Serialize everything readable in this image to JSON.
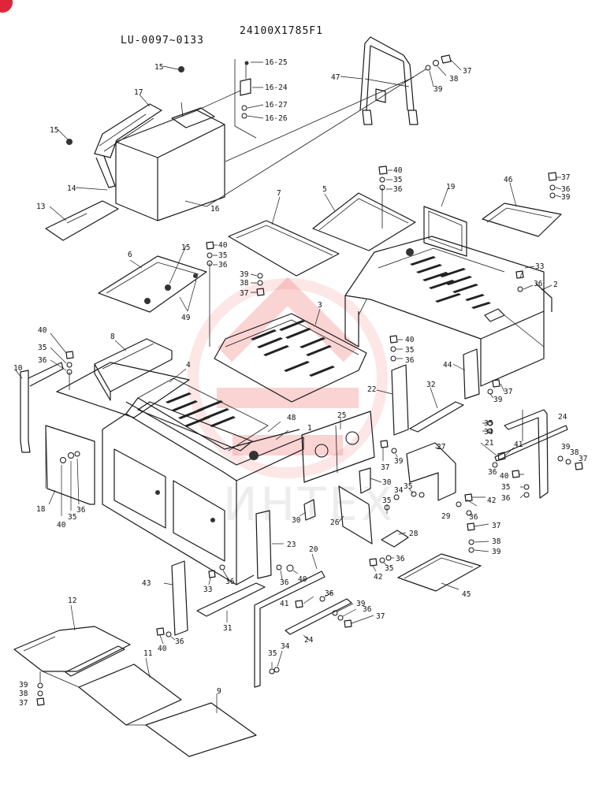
{
  "header": {
    "part_number": "24100X1785F1",
    "serial_range": "LU-0097∼0133"
  },
  "watermark": {
    "text": "ИНТЕХ"
  },
  "colors": {
    "watermark_red": "#f08080",
    "badge_red": "#e0243a",
    "line": "#1a1a1a"
  },
  "callouts": [
    {
      "id": "c15a",
      "text": "15"
    },
    {
      "id": "c17",
      "text": "17"
    },
    {
      "id": "c15b",
      "text": "15"
    },
    {
      "id": "c14",
      "text": "14"
    },
    {
      "id": "c16",
      "text": "16"
    },
    {
      "id": "c13",
      "text": "13"
    },
    {
      "id": "c1625",
      "text": "16-25"
    },
    {
      "id": "c1624",
      "text": "16-24"
    },
    {
      "id": "c1627",
      "text": "16-27"
    },
    {
      "id": "c1626",
      "text": "16-26"
    },
    {
      "id": "c47",
      "text": "47"
    },
    {
      "id": "c39a",
      "text": "39"
    },
    {
      "id": "c38a",
      "text": "38"
    },
    {
      "id": "c37a",
      "text": "37"
    },
    {
      "id": "c40a",
      "text": "40"
    },
    {
      "id": "c35a",
      "text": "35"
    },
    {
      "id": "c36a",
      "text": "36"
    },
    {
      "id": "c7",
      "text": "7"
    },
    {
      "id": "c5",
      "text": "5"
    },
    {
      "id": "c19",
      "text": "19"
    },
    {
      "id": "c46",
      "text": "46"
    },
    {
      "id": "c37b",
      "text": "37"
    },
    {
      "id": "c36b",
      "text": "36"
    },
    {
      "id": "c39b",
      "text": "39"
    },
    {
      "id": "c6",
      "text": "6"
    },
    {
      "id": "c15c",
      "text": "15"
    },
    {
      "id": "c40b",
      "text": "40"
    },
    {
      "id": "c35b",
      "text": "35"
    },
    {
      "id": "c36c",
      "text": "36"
    },
    {
      "id": "c39c",
      "text": "39"
    },
    {
      "id": "c38b",
      "text": "38"
    },
    {
      "id": "c37c",
      "text": "37"
    },
    {
      "id": "c49",
      "text": "49"
    },
    {
      "id": "c33a",
      "text": "33"
    },
    {
      "id": "c36d",
      "text": "36"
    },
    {
      "id": "c2",
      "text": "2"
    },
    {
      "id": "c40c",
      "text": "40"
    },
    {
      "id": "c35c",
      "text": "35"
    },
    {
      "id": "c36e",
      "text": "36"
    },
    {
      "id": "c8",
      "text": "8"
    },
    {
      "id": "c3",
      "text": "3"
    },
    {
      "id": "c40d",
      "text": "40"
    },
    {
      "id": "c35d",
      "text": "35"
    },
    {
      "id": "c36f",
      "text": "36"
    },
    {
      "id": "c10",
      "text": "10"
    },
    {
      "id": "c4",
      "text": "4"
    },
    {
      "id": "c44",
      "text": "44"
    },
    {
      "id": "c37d",
      "text": "37"
    },
    {
      "id": "c39d",
      "text": "39"
    },
    {
      "id": "c22",
      "text": "22"
    },
    {
      "id": "c32",
      "text": "32"
    },
    {
      "id": "c48",
      "text": "48"
    },
    {
      "id": "c1",
      "text": "1"
    },
    {
      "id": "c25",
      "text": "25"
    },
    {
      "id": "c24a",
      "text": "24"
    },
    {
      "id": "c35e",
      "text": "35"
    },
    {
      "id": "c34a",
      "text": "34"
    },
    {
      "id": "c21",
      "text": "21"
    },
    {
      "id": "c41a",
      "text": "41"
    },
    {
      "id": "c39e",
      "text": "39"
    },
    {
      "id": "c38c",
      "text": "38"
    },
    {
      "id": "c37e",
      "text": "37"
    },
    {
      "id": "c37f",
      "text": "37"
    },
    {
      "id": "c39f",
      "text": "39"
    },
    {
      "id": "c27",
      "text": "27"
    },
    {
      "id": "c36g",
      "text": "36"
    },
    {
      "id": "c40e",
      "text": "40"
    },
    {
      "id": "c35f",
      "text": "35"
    },
    {
      "id": "c36h",
      "text": "36"
    },
    {
      "id": "c18",
      "text": "18"
    },
    {
      "id": "c40f",
      "text": "40"
    },
    {
      "id": "c35g",
      "text": "35"
    },
    {
      "id": "c36i",
      "text": "36"
    },
    {
      "id": "c30a",
      "text": "30"
    },
    {
      "id": "c35h",
      "text": "35"
    },
    {
      "id": "c34b",
      "text": "34"
    },
    {
      "id": "c30b",
      "text": "30"
    },
    {
      "id": "c35i",
      "text": "35"
    },
    {
      "id": "c26",
      "text": "26"
    },
    {
      "id": "c42a",
      "text": "42"
    },
    {
      "id": "c29",
      "text": "29"
    },
    {
      "id": "c36j",
      "text": "36"
    },
    {
      "id": "c28",
      "text": "28"
    },
    {
      "id": "c37g",
      "text": "37"
    },
    {
      "id": "c38d",
      "text": "38"
    },
    {
      "id": "c39g",
      "text": "39"
    },
    {
      "id": "c23",
      "text": "23"
    },
    {
      "id": "c20",
      "text": "20"
    },
    {
      "id": "c42b",
      "text": "42"
    },
    {
      "id": "c35j",
      "text": "35"
    },
    {
      "id": "c36k",
      "text": "36"
    },
    {
      "id": "c43",
      "text": "43"
    },
    {
      "id": "c33b",
      "text": "33"
    },
    {
      "id": "c36l",
      "text": "36"
    },
    {
      "id": "c36m",
      "text": "36"
    },
    {
      "id": "c40g",
      "text": "40"
    },
    {
      "id": "c36n",
      "text": "36"
    },
    {
      "id": "c41b",
      "text": "41"
    },
    {
      "id": "c39h",
      "text": "39"
    },
    {
      "id": "c36o",
      "text": "36"
    },
    {
      "id": "c37h",
      "text": "37"
    },
    {
      "id": "c45",
      "text": "45"
    },
    {
      "id": "c31",
      "text": "31"
    },
    {
      "id": "c24b",
      "text": "24"
    },
    {
      "id": "c12",
      "text": "12"
    },
    {
      "id": "c40h",
      "text": "40"
    },
    {
      "id": "c36p",
      "text": "36"
    },
    {
      "id": "c35k",
      "text": "35"
    },
    {
      "id": "c34c",
      "text": "34"
    },
    {
      "id": "c11",
      "text": "11"
    },
    {
      "id": "c39i",
      "text": "39"
    },
    {
      "id": "c38e",
      "text": "38"
    },
    {
      "id": "c37i",
      "text": "37"
    },
    {
      "id": "c9",
      "text": "9"
    }
  ]
}
